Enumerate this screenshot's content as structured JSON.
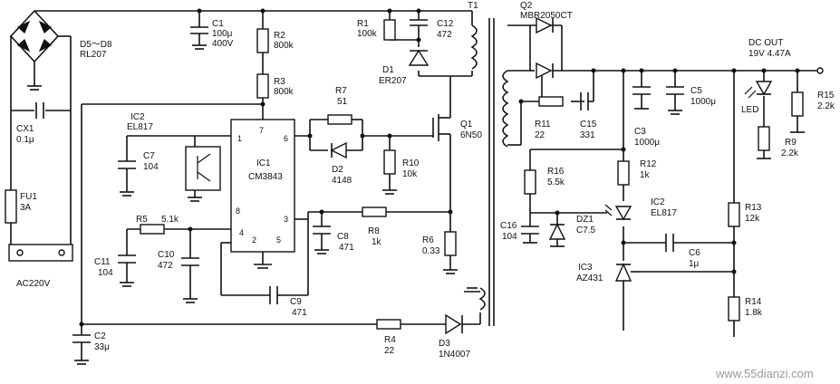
{
  "transformer": "T1",
  "input": {
    "mains": "AC220V",
    "fuse_ref": "FU1",
    "fuse_val": "3A",
    "cx1_ref": "CX1",
    "cx1_val": "0.1μ",
    "bridge_ref": "D5～D8",
    "bridge_val": "RL207"
  },
  "primary": {
    "c1_ref": "C1",
    "c1_val1": "100μ",
    "c1_val2": "400V",
    "r2_ref": "R2",
    "r2_val": "800k",
    "r3_ref": "R3",
    "r3_val": "800k",
    "r1_ref": "R1",
    "r1_val": "100k",
    "c12_ref": "C12",
    "c12_val": "472",
    "d1_ref": "D1",
    "d1_val": "ER207",
    "ic2a_ref": "IC2",
    "ic2a_val": "EL817",
    "c7_ref": "C7",
    "c7_val": "104",
    "ic1_ref": "IC1",
    "ic1_val": "CM3843",
    "pins": {
      "p1": "1",
      "p7": "7",
      "p6": "6",
      "p8": "8",
      "p4": "4",
      "p3": "3",
      "p2": "2",
      "p5": "5"
    },
    "r7_ref": "R7",
    "r7_val": "51",
    "d2_ref": "D2",
    "d2_val": "4148",
    "r10_ref": "R10",
    "r10_val": "10k",
    "q1_ref": "Q1",
    "q1_val": "6N50",
    "r5_ref": "R5",
    "r5_val": "5.1k",
    "c11_ref": "C11",
    "c11_val": "104",
    "c10_ref": "C10",
    "c10_val": "472",
    "c8_ref": "C8",
    "c8_val": "471",
    "r8_ref": "R8",
    "r8_val": "1k",
    "r6_ref": "R6",
    "r6_val": "0.33",
    "c9_ref": "C9",
    "c9_val": "471",
    "c2_ref": "C2",
    "c2_val": "33μ",
    "r4_ref": "R4",
    "r4_val": "22",
    "d3_ref": "D3",
    "d3_val": "1N4007"
  },
  "secondary": {
    "q2_ref": "Q2",
    "q2_val": "MBR2050CT",
    "r11_ref": "R11",
    "r11_val": "22",
    "c15_ref": "C15",
    "c15_val": "331",
    "c3_ref": "C3",
    "c3_val": "1000μ",
    "c5_ref": "C5",
    "c5_val": "1000μ",
    "out_ref": "DC OUT",
    "out_val": "19V 4.47A",
    "r15_ref": "R15",
    "r15_val": "2.2k",
    "led": "LED",
    "r9_ref": "R9",
    "r9_val": "2.2k",
    "r16_ref": "R16",
    "r16_val": "5.5k",
    "r12_ref": "R12",
    "r12_val": "1k",
    "ic2b_ref": "IC2",
    "ic2b_val": "EL817",
    "c16_ref": "C16",
    "c16_val": "104",
    "dz1_ref": "DZ1",
    "dz1_val": "C7.5",
    "c6_ref": "C6",
    "c6_val": "1μ",
    "r13_ref": "R13",
    "r13_val": "12k",
    "ic3_ref": "IC3",
    "ic3_val": "AZ431",
    "r14_ref": "R14",
    "r14_val": "1.8k"
  },
  "watermark": "www.55dianzi.com"
}
